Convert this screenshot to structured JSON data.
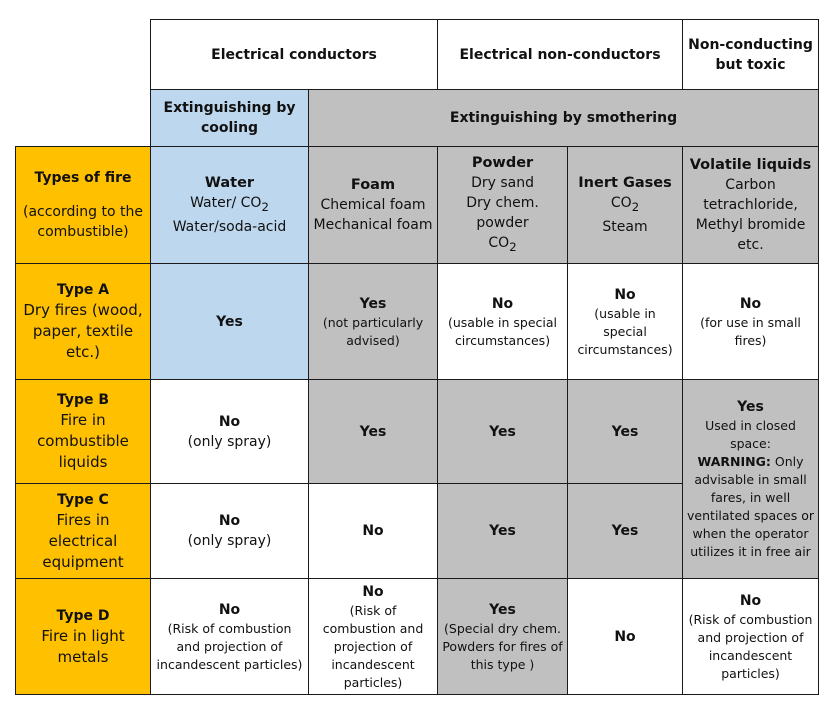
{
  "header": {
    "electrical_conductors": "Electrical conductors",
    "electrical_non_conductors": "Electrical non-conductors",
    "non_conducting_toxic": "Non-conducting but toxic",
    "extinguishing_cooling": "Extinguishing by cooling",
    "extinguishing_smothering": "Extinguishing by smothering"
  },
  "row_header": {
    "title": "Types of fire",
    "subtitle": "(according to the combustible)"
  },
  "agents": {
    "water": {
      "name": "Water",
      "line1": "Water/ CO",
      "line1_sub": "2",
      "line2": "Water/soda-acid"
    },
    "foam": {
      "name": "Foam",
      "line1": "Chemical foam",
      "line2": "Mechanical foam"
    },
    "powder": {
      "name": "Powder",
      "line1": "Dry sand",
      "line2": "Dry chem. powder",
      "line3": "CO",
      "line3_sub": "2"
    },
    "inert": {
      "name": "Inert Gases",
      "line1": "CO",
      "line1_sub": "2",
      "line2": "Steam"
    },
    "volatile": {
      "name": "Volatile liquids",
      "line1": "Carbon tetrachloride,",
      "line2": "Methyl bromide etc."
    }
  },
  "types": {
    "a": {
      "name": "Type A",
      "desc": "Dry fires (wood, paper, textile etc.)"
    },
    "b": {
      "name": "Type B",
      "desc": "Fire in combustible liquids"
    },
    "c": {
      "name": "Type C",
      "desc": "Fires in electrical equipment"
    },
    "d": {
      "name": "Type D",
      "desc": "Fire in light metals"
    }
  },
  "cells": {
    "a_water": {
      "main": "Yes"
    },
    "a_foam": {
      "main": "Yes",
      "note": "(not particularly advised)"
    },
    "a_powder": {
      "main": "No",
      "note": "(usable in special circumstances)"
    },
    "a_inert": {
      "main": "No",
      "note": "(usable in special circumstances)"
    },
    "a_volatile": {
      "main": "No",
      "note": "(for use in small fires)"
    },
    "b_water": {
      "main": "No",
      "note": "(only spray)"
    },
    "b_foam": {
      "main": "Yes"
    },
    "b_powder": {
      "main": "Yes"
    },
    "b_inert": {
      "main": "Yes"
    },
    "bc_volatile": {
      "main": "Yes",
      "note1": "Used in closed space:",
      "warning": "WARNING:",
      "note2": "Only advisable in small fares, in well ventilated spaces or when the operator utilizes it in free air"
    },
    "c_water": {
      "main": "No",
      "note": "(only spray)"
    },
    "c_foam": {
      "main": "No"
    },
    "c_powder": {
      "main": "Yes"
    },
    "c_inert": {
      "main": "Yes"
    },
    "d_water": {
      "main": "No",
      "note": "(Risk of combustion and projection of incandescent particles)"
    },
    "d_foam": {
      "main": "No",
      "note": "(Risk of combustion and projection of incandescent particles)"
    },
    "d_powder": {
      "main": "Yes",
      "note": "(Special dry chem. Powders for fires of this type )"
    },
    "d_inert": {
      "main": "No"
    },
    "d_volatile": {
      "main": "No",
      "note": "(Risk of combustion and projection of incandescent particles)"
    }
  },
  "colors": {
    "orange": "#ffc000",
    "blue": "#bdd7ee",
    "grey": "#c0c0c0"
  }
}
